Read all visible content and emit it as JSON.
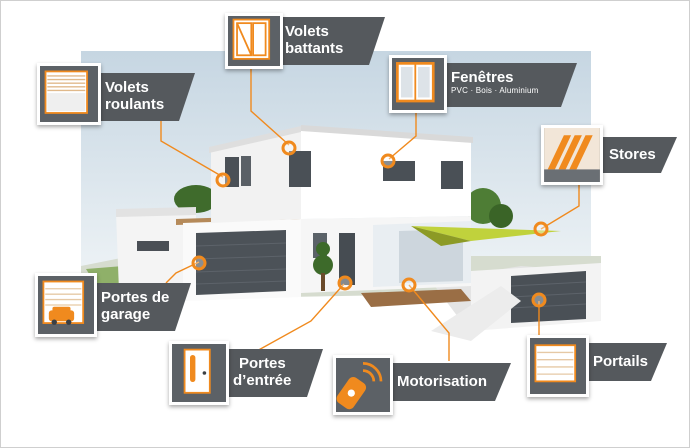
{
  "colors": {
    "accent": "#f08a1e",
    "banner": "#55595d",
    "tile": "#5c6166"
  },
  "callouts": {
    "volets_battants": {
      "label_line1": "Volets",
      "label_line2": "battants",
      "icon": "swing-shutter-icon"
    },
    "volets_roulants": {
      "label_line1": "Volets",
      "label_line2": "roulants",
      "icon": "roller-shutter-icon"
    },
    "fenetres": {
      "label": "Fenêtres",
      "sub": "PVC · Bois · Aluminium",
      "icon": "window-icon"
    },
    "stores": {
      "label": "Stores",
      "icon": "awning-icon"
    },
    "portes_garage": {
      "label_line1": "Portes de",
      "label_line2": "garage",
      "icon": "garage-door-icon"
    },
    "portes_entree": {
      "label_line1": "Portes",
      "label_line2": "d’entrée",
      "icon": "entry-door-icon"
    },
    "motorisation": {
      "label": "Motorisation",
      "icon": "remote-control-icon"
    },
    "portails": {
      "label": "Portails",
      "icon": "gate-icon"
    }
  }
}
